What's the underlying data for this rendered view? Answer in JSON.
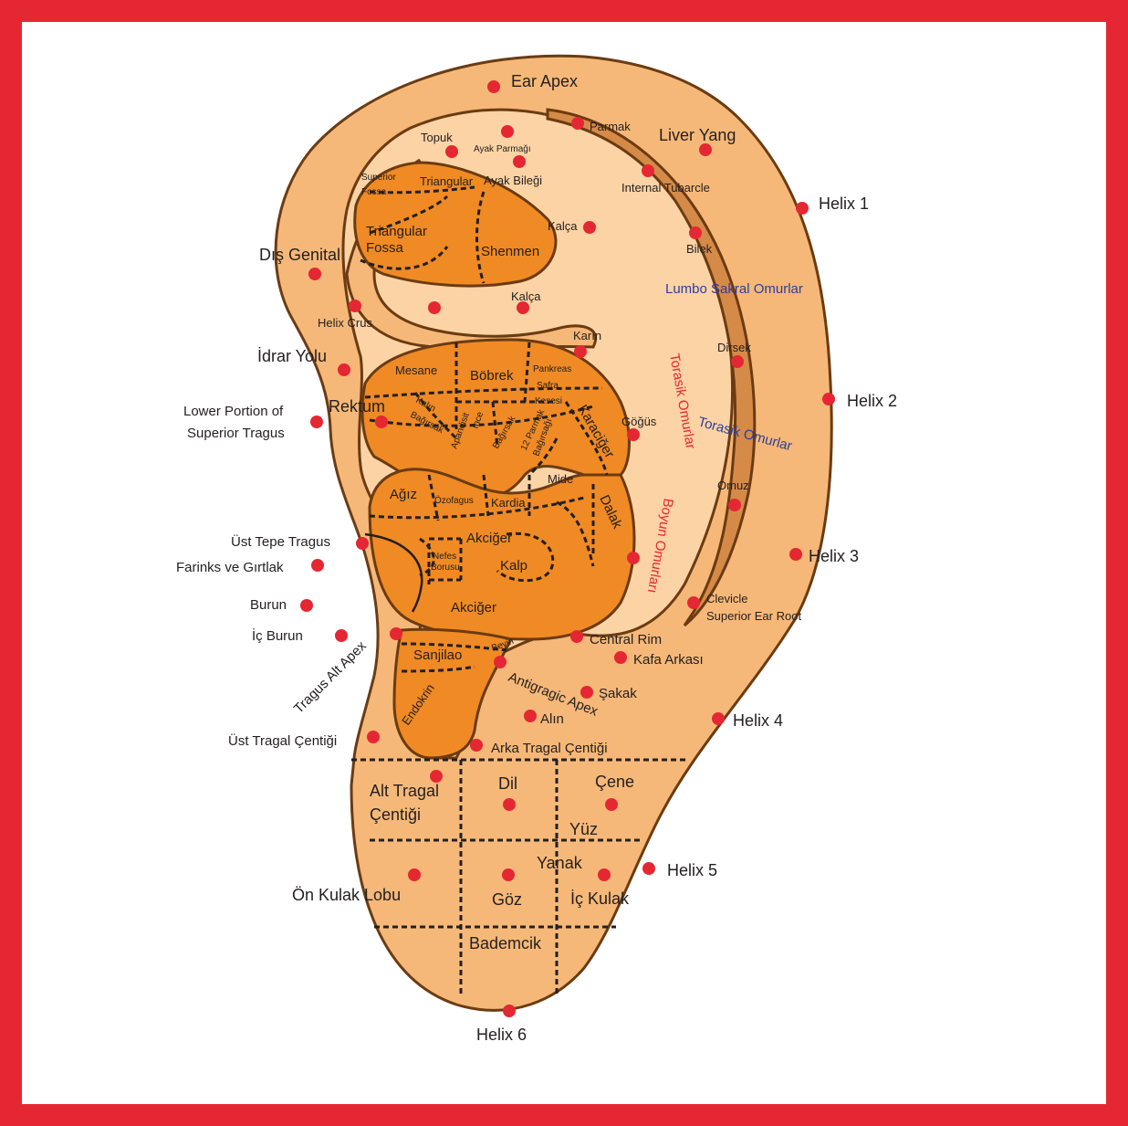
{
  "colors": {
    "frame": "#e52733",
    "skin_outer": "#f6b878",
    "skin_inner": "#fcd3a4",
    "organ": "#f08a24",
    "antihelix_band": "#d68a48",
    "point": "#e52733",
    "outline": "#6b3b12"
  },
  "labels": {
    "ear_apex": "Ear Apex",
    "liver_yang": "Liver Yang",
    "helix_1": "Helix 1",
    "helix_2": "Helix 2",
    "helix_3": "Helix 3",
    "helix_4": "Helix 4",
    "helix_5": "Helix 5",
    "helix_6": "Helix 6",
    "dis_genital": "Dış Genital",
    "idrar_yolu": "İdrar Yolu",
    "lower_portion_1": "Lower Portion of",
    "lower_portion_2": "Superior Tragus",
    "rektum": "Rektum",
    "ust_tepe_tragus": "Üst Tepe Tragus",
    "farinks": "Farinks ve Gırtlak",
    "burun": "Burun",
    "ic_burun": "İç Burun",
    "tragus_alt_apex": "Tragus Alt Apex",
    "ust_tragal": "Üst Tragal Çentiği",
    "arka_tragal": "Arka Tragal Çentiği",
    "central_rim": "Central Rim",
    "kafa_arkasi": "Kafa Arkası",
    "sakak": "Şakak",
    "antigragic_apex": "Antigragic Apex",
    "alin": "Alın",
    "clavicle": "Clevicle",
    "superior_ear_root": "Superior Ear Root",
    "omuz": "Omuz",
    "dirsek": "Dirsek",
    "bilek": "Bilek",
    "internal_tubarcle": "Internal Tubarcle",
    "parmak": "Parmak",
    "topuk": "Topuk",
    "ayak_parmagi": "Ayak Parmağı",
    "ayak_bilegi": "Ayak Bileği",
    "superior_fossa_1": "Superior",
    "superior_fossa_2": "Fossa",
    "triangular": "Triangular",
    "triangular_fossa_1": "Triangular",
    "triangular_fossa_2": "Fossa",
    "shenmen": "Shenmen",
    "kalca_1": "Kalça",
    "kalca_2": "Kalça",
    "helix_crus": "Helix Crus",
    "karin": "Karın",
    "gogus": "Göğüs",
    "lumbo": "Lumbo Sakral Omurlar",
    "torasik_blue": "Torasik Omurlar",
    "torasik_red": "Torasik Omurlar",
    "boyun": "Boyun Omurları",
    "mesane": "Mesane",
    "bobrek": "Böbrek",
    "pankreas_1": "Pankreas",
    "pankreas_2": "Safra",
    "pankreas_3": "Kesesi",
    "kalin_1": "Kalın",
    "kalin_2": "Bağırsak",
    "apandisit": "Apandisit",
    "ince_1": "İnce",
    "ince_2": "Bağırsak",
    "oniki_1": "12 Parmak",
    "oniki_2": "Bağırsağı",
    "karaciger": "Karaciğer",
    "mide": "Mide",
    "dalak": "Dalak",
    "agiz": "Ağız",
    "ozofagus": "Özofagus",
    "kardia": "Kardia",
    "akciger_1": "Akciğer",
    "akciger_2": "Akciğer",
    "nefes_1": "Nefes",
    "nefes_2": "Borusu",
    "kalp": "Kalp",
    "sanjilao": "Sanjilao",
    "beyin": "Beyin",
    "endokrin": "Endokrin",
    "alt_tragal_1": "Alt Tragal",
    "alt_tragal_2": "Çentiği",
    "dil": "Dil",
    "cene": "Çene",
    "yuz": "Yüz",
    "yanak": "Yanak",
    "on_kulak_lobu": "Ön Kulak Lobu",
    "goz": "Göz",
    "ic_kulak": "İç Kulak",
    "bademcik": "Bademcik"
  }
}
